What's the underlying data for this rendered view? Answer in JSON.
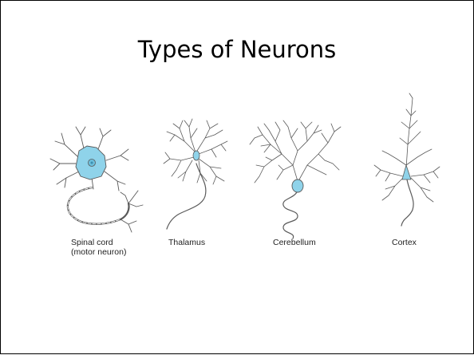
{
  "slide": {
    "title": "Types of Neurons",
    "figures": [
      {
        "icon": "motor-neuron-icon",
        "caption_line1": "Spinal cord",
        "caption_line2": "(motor neuron)"
      },
      {
        "icon": "thalamic-neuron-icon",
        "caption_line1": "Thalamus"
      },
      {
        "icon": "purkinje-neuron-icon",
        "caption_line1": "Cerebellum"
      },
      {
        "icon": "pyramidal-neuron-icon",
        "caption_line1": "Cortex"
      }
    ]
  },
  "colors": {
    "cell_body": "#8fd3ea",
    "line": "#5a5a5a"
  }
}
